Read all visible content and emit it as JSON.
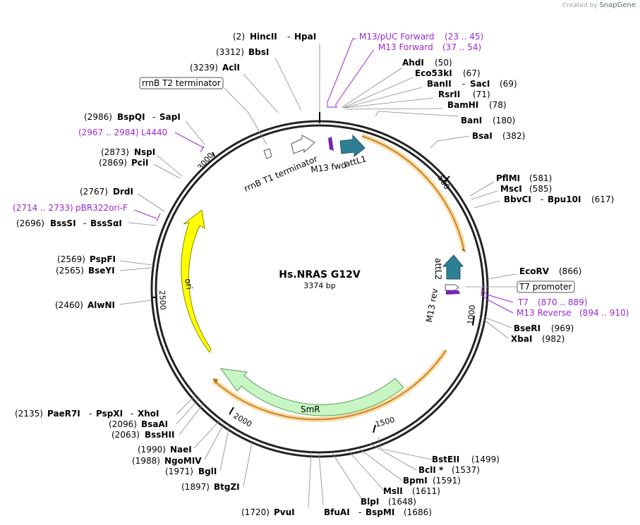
{
  "plasmid": {
    "name": "Hs.NRAS G12V",
    "length": "3374 bp"
  },
  "watermark": {
    "created_by": "Created by",
    "brand": "SnapGene"
  },
  "ruler_ticks": [
    "500",
    "1000",
    "1500",
    "2000",
    "2500",
    "3000"
  ],
  "enzymes": {
    "hincii": {
      "pos": "(2)",
      "name": "HincII",
      "sep": "-",
      "name2": "HpaI"
    },
    "bbsi": {
      "pos": "(3312)",
      "name": "BbsI"
    },
    "acli": {
      "pos": "(3239)",
      "name": "AclI"
    },
    "bspqi": {
      "pos": "(2986)",
      "name": "BspQI",
      "sep": "-",
      "name2": "SapI"
    },
    "nspi": {
      "pos": "(2873)",
      "name": "NspI"
    },
    "pcii": {
      "pos": "(2869)",
      "name": "PciI"
    },
    "drdi": {
      "pos": "(2767)",
      "name": "DrdI"
    },
    "bsssi": {
      "pos": "(2696)",
      "name": "BssSI",
      "sep": "-",
      "name2": "BssSαI"
    },
    "pspfi": {
      "pos": "(2569)",
      "name": "PspFI"
    },
    "bseyi": {
      "pos": "(2565)",
      "name": "BseYI"
    },
    "alwni": {
      "pos": "(2460)",
      "name": "AlwNI"
    },
    "ahdi": {
      "name": "AhdI",
      "pos": "(50)"
    },
    "eco53ki": {
      "name": "Eco53kI",
      "pos": "(67)"
    },
    "banii": {
      "name": "BanII",
      "sep": "-",
      "name2": "SacI",
      "pos": "(69)"
    },
    "rsrii": {
      "name": "RsrII",
      "pos": "(71)"
    },
    "bamhi": {
      "name": "BamHI",
      "pos": "(78)"
    },
    "bani": {
      "name": "BanI",
      "pos": "(180)"
    },
    "bsai": {
      "name": "BsaI",
      "pos": "(382)"
    },
    "pfimi": {
      "name": "PflMI",
      "pos": "(581)"
    },
    "msci": {
      "name": "MscI",
      "pos": "(585)"
    },
    "bbvci": {
      "name": "BbvCI",
      "sep": "-",
      "name2": "Bpu10I",
      "pos": "(617)"
    },
    "ecorv": {
      "name": "EcoRV",
      "pos": "(866)"
    },
    "beseri": {
      "name": "BseRI",
      "pos": "(969)"
    },
    "xbai": {
      "name": "XbaI",
      "pos": "(982)"
    },
    "paer7i": {
      "pos": "(2135)",
      "name": "PaeR7I",
      "sep": "-",
      "name2": "PspXI",
      "sep2": "-",
      "name3": "XhoI"
    },
    "bsaai": {
      "pos": "(2096)",
      "name": "BsaAI"
    },
    "bsshii": {
      "pos": "(2063)",
      "name": "BssHII"
    },
    "naei": {
      "pos": "(1990)",
      "name": "NaeI"
    },
    "ngomiv": {
      "pos": "(1988)",
      "name": "NgoMIV"
    },
    "bgli": {
      "pos": "(1971)",
      "name": "BglI"
    },
    "btgzi": {
      "pos": "(1897)",
      "name": "BtgZI"
    },
    "pvui": {
      "pos": "(1720)",
      "name": "PvuI"
    },
    "bsteii": {
      "name": "BstEII",
      "pos": "(1499)"
    },
    "bcli": {
      "name": "BclI *",
      "pos": "(1537)"
    },
    "bpmi": {
      "name": "BpmI",
      "pos": "(1591)"
    },
    "msli": {
      "name": "MslI",
      "pos": "(1611)"
    },
    "blpi": {
      "name": "BlpI",
      "pos": "(1648)"
    },
    "bfuai": {
      "name": "BfuAI",
      "sep": "-",
      "name2": "BspMI",
      "pos": "(1686)"
    }
  },
  "primers": {
    "m13puc": {
      "name": "M13/pUC Forward",
      "range": "(23 .. 45)"
    },
    "m13fwd": {
      "name": "M13 Forward",
      "range": "(37 .. 54)"
    },
    "l4440": {
      "range": "(2967 .. 2984)",
      "name": "L4440"
    },
    "pbr322": {
      "range": "(2714 .. 2733)",
      "name": "pBR322ori-F"
    },
    "t7": {
      "name": "T7",
      "range": "(870 .. 889)"
    },
    "m13rev": {
      "name": "M13 Reverse",
      "range": "(894 .. 910)"
    }
  },
  "features": {
    "rrnb_t2": "rrnB T2 terminator",
    "t7_promoter": "T7 promoter",
    "rrnb_t1": "rrnB T1 terminator",
    "m13_fwd": "M13 fwd",
    "attl1": "attL1",
    "attl2": "attL2",
    "m13_rev": "M13 rev",
    "ori": "ori",
    "smr": "SmR"
  },
  "colors": {
    "backbone": "#222222",
    "primer": "#9b27d6",
    "att": "#2e7f93",
    "ori": "#ffff00",
    "smr": "#c8f5c4",
    "orf": "#f5a623"
  }
}
